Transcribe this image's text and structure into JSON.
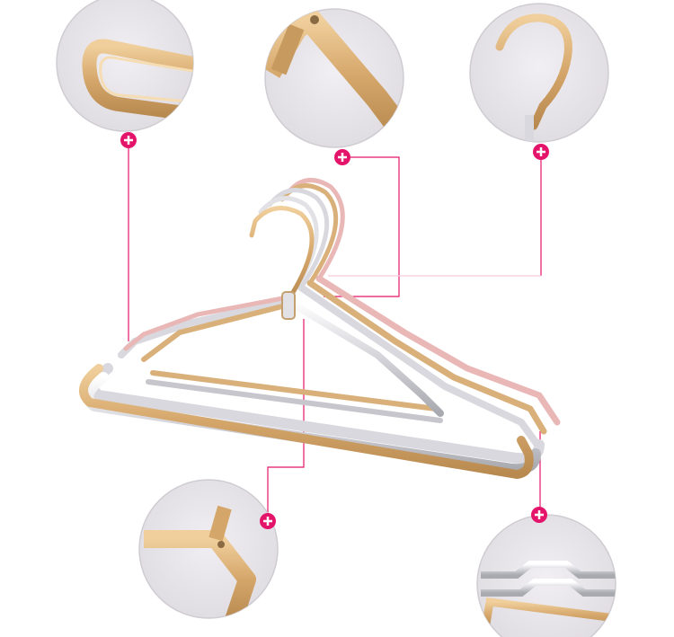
{
  "colors": {
    "background": "#ffffff",
    "accent_pink": "#e5146b",
    "gold": "#d9b07a",
    "gold_dark": "#b98a52",
    "silver": "#d8d8de",
    "rose": "#eab7b7",
    "circle_bg": "#e9e6ec",
    "circle_border": "#c9c6cc"
  },
  "detail_views": [
    {
      "name": "hanger-end-loop-detail"
    },
    {
      "name": "hanger-shoulder-joint-detail"
    },
    {
      "name": "hanger-hook-detail"
    },
    {
      "name": "hanger-bar-corner-detail"
    },
    {
      "name": "hanger-shoulder-notch-detail"
    }
  ],
  "markers": [
    {
      "name": "plus-marker-end-loop",
      "icon": "plus-icon"
    },
    {
      "name": "plus-marker-shoulder-joint",
      "icon": "plus-icon"
    },
    {
      "name": "plus-marker-hook",
      "icon": "plus-icon"
    },
    {
      "name": "plus-marker-bar-corner",
      "icon": "plus-icon"
    },
    {
      "name": "plus-marker-shoulder-notch",
      "icon": "plus-icon"
    }
  ]
}
